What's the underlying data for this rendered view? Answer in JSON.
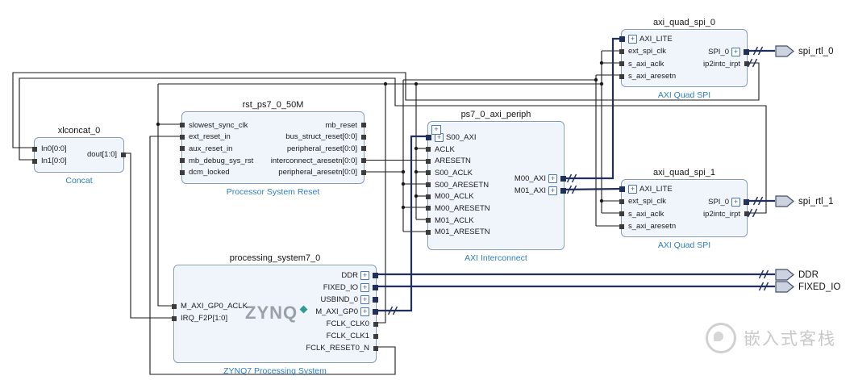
{
  "icons": {
    "expand_plus": "+"
  },
  "blocks": {
    "xlconcat": {
      "title": "xlconcat_0",
      "type": "Concat",
      "left_ports": [
        {
          "name": "In0[0:0]"
        },
        {
          "name": "In1[0:0]"
        }
      ],
      "right_ports": [
        {
          "name": "dout[1:0]"
        }
      ]
    },
    "reset": {
      "title": "rst_ps7_0_50M",
      "type": "Processor System Reset",
      "left_ports": [
        {
          "name": "slowest_sync_clk"
        },
        {
          "name": "ext_reset_in"
        },
        {
          "name": "aux_reset_in"
        },
        {
          "name": "mb_debug_sys_rst"
        },
        {
          "name": "dcm_locked"
        }
      ],
      "right_ports": [
        {
          "name": "mb_reset"
        },
        {
          "name": "bus_struct_reset[0:0]"
        },
        {
          "name": "peripheral_reset[0:0]"
        },
        {
          "name": "interconnect_aresetn[0:0]"
        },
        {
          "name": "peripheral_aresetn[0:0]"
        }
      ]
    },
    "interconnect": {
      "title": "ps7_0_axi_periph",
      "type": "AXI Interconnect",
      "left_ports": [
        {
          "name": "S00_AXI"
        },
        {
          "name": "ACLK"
        },
        {
          "name": "ARESETN"
        },
        {
          "name": "S00_ACLK"
        },
        {
          "name": "S00_ARESETN"
        },
        {
          "name": "M00_ACLK"
        },
        {
          "name": "M00_ARESETN"
        },
        {
          "name": "M01_ACLK"
        },
        {
          "name": "M01_ARESETN"
        }
      ],
      "right_ports": [
        {
          "name": "M00_AXI"
        },
        {
          "name": "M01_AXI"
        }
      ]
    },
    "spi0": {
      "title": "axi_quad_spi_0",
      "type": "AXI Quad SPI",
      "left_ports": [
        {
          "name": "AXI_LITE"
        },
        {
          "name": "ext_spi_clk"
        },
        {
          "name": "s_axi_aclk"
        },
        {
          "name": "s_axi_aresetn"
        }
      ],
      "right_ports": [
        {
          "name": "SPI_0"
        },
        {
          "name": "ip2intc_irpt"
        }
      ]
    },
    "spi1": {
      "title": "axi_quad_spi_1",
      "type": "AXI Quad SPI",
      "left_ports": [
        {
          "name": "AXI_LITE"
        },
        {
          "name": "ext_spi_clk"
        },
        {
          "name": "s_axi_aclk"
        },
        {
          "name": "s_axi_aresetn"
        }
      ],
      "right_ports": [
        {
          "name": "SPI_0"
        },
        {
          "name": "ip2intc_irpt"
        }
      ]
    },
    "ps7": {
      "title": "processing_system7_0",
      "type": "ZYNQ7 Processing System",
      "logo": "ZYNQ",
      "left_ports": [
        {
          "name": "M_AXI_GP0_ACLK"
        },
        {
          "name": "IRQ_F2P[1:0]"
        }
      ],
      "right_ports": [
        {
          "name": "DDR"
        },
        {
          "name": "FIXED_IO"
        },
        {
          "name": "USBIND_0"
        },
        {
          "name": "M_AXI_GP0"
        },
        {
          "name": "FCLK_CLK0"
        },
        {
          "name": "FCLK_CLK1"
        },
        {
          "name": "FCLK_RESET0_N"
        }
      ]
    }
  },
  "external_ports": [
    {
      "label": "spi_rtl_0"
    },
    {
      "label": "spi_rtl_1"
    },
    {
      "label": "DDR"
    },
    {
      "label": "FIXED_IO"
    }
  ],
  "watermark": {
    "text": "嵌入式客栈"
  }
}
